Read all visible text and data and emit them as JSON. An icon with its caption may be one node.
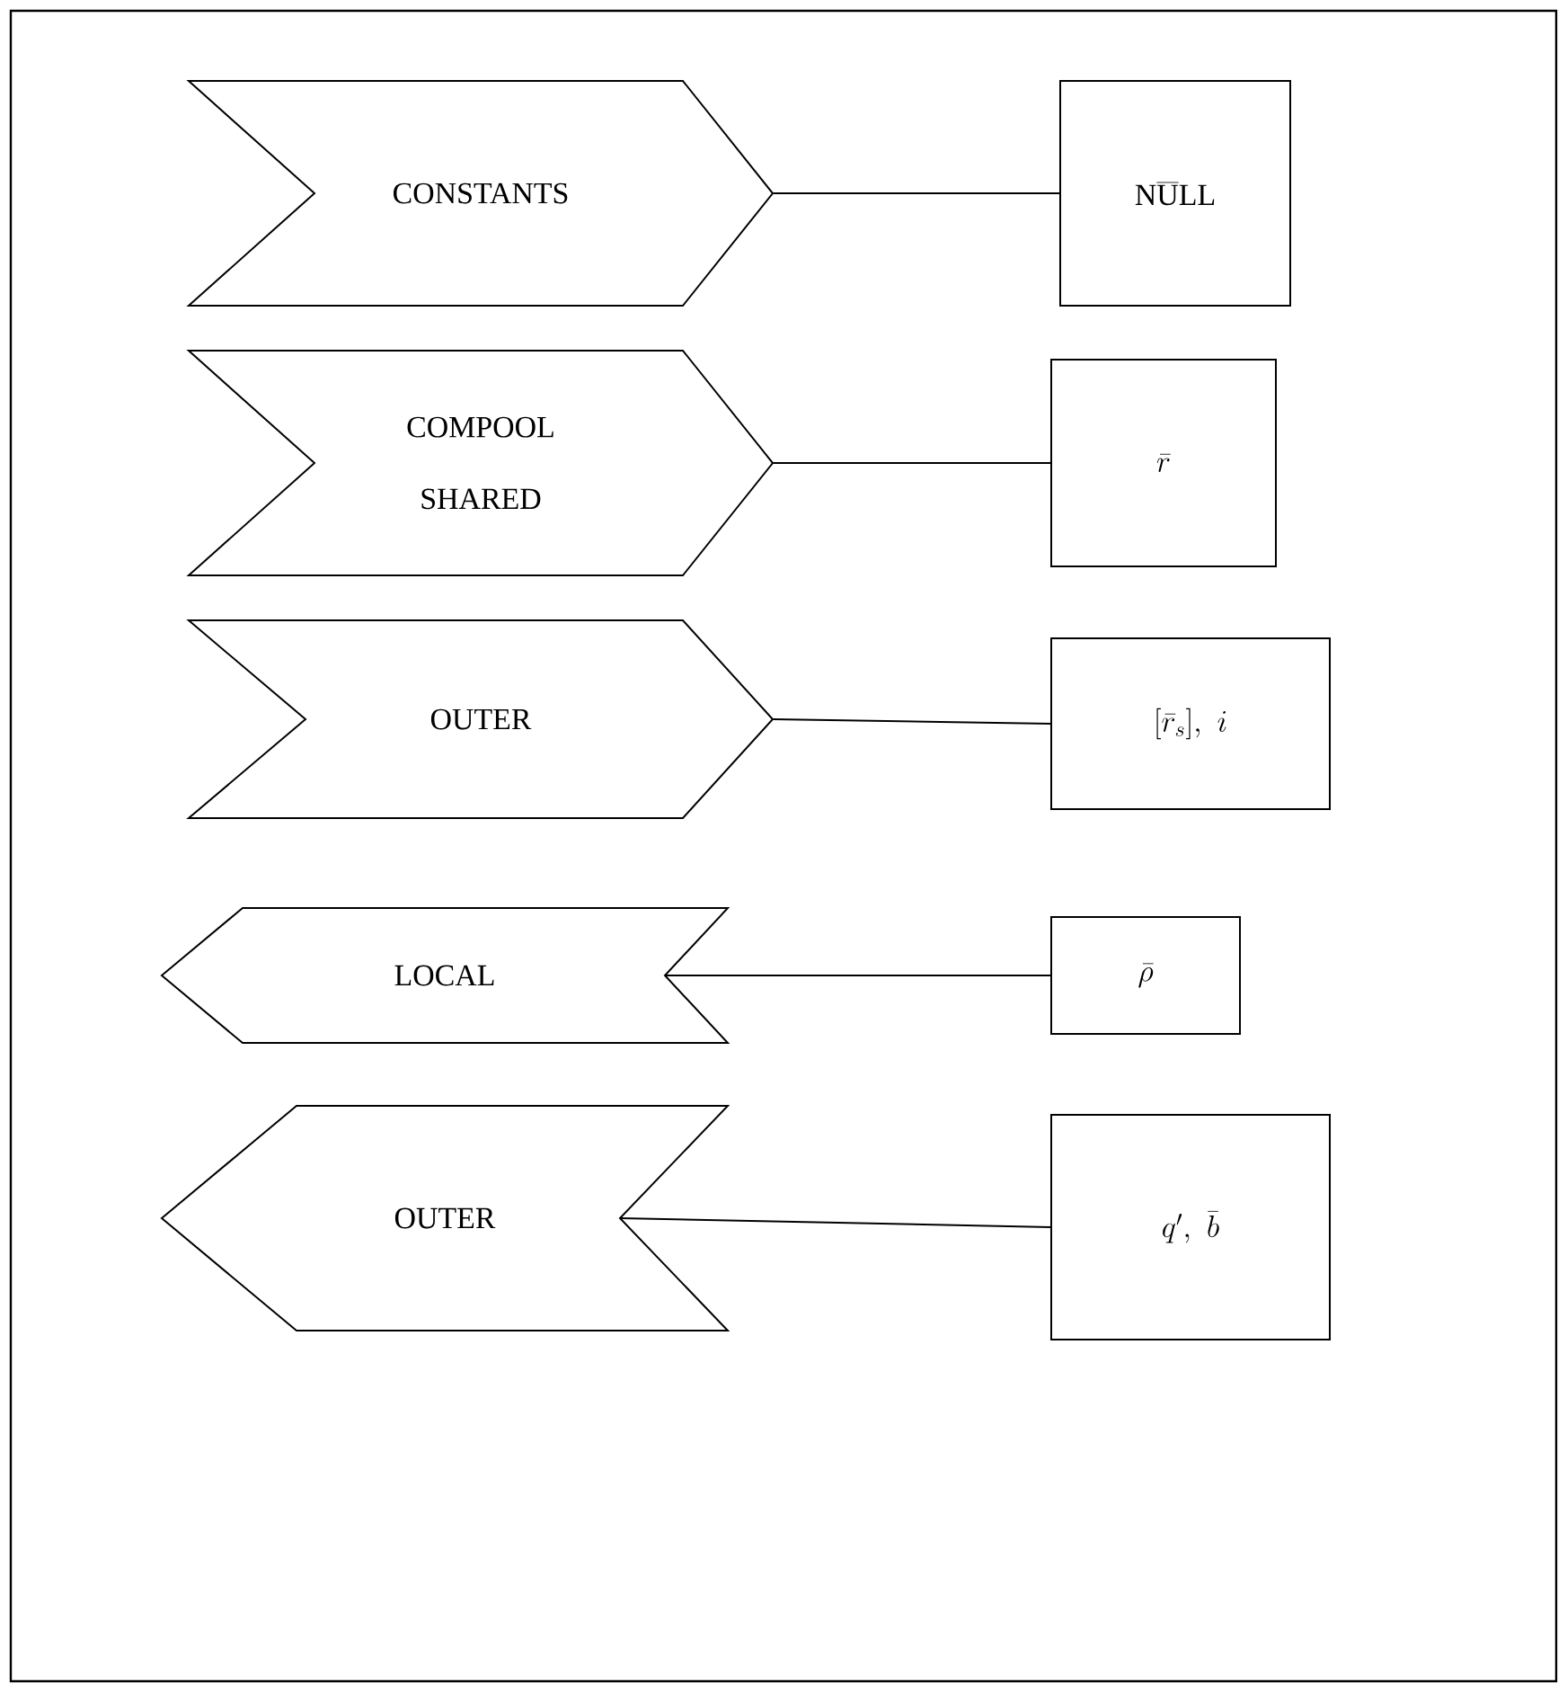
{
  "diagram": {
    "nodes": [
      {
        "text": [
          "CONSTANTS"
        ]
      },
      {
        "text": [
          "\\mathrm{N}\\overline{\\mathrm{U}}\\mathrm{LL}"
        ]
      },
      {
        "text": [
          "COMPOOL SHARED"
        ]
      },
      {
        "text": [
          "\\bar{r}"
        ]
      },
      {
        "text": [
          "OUTER"
        ]
      },
      {
        "text": [
          "[\\bar{r}_s],\\ i"
        ]
      },
      {
        "text": [
          "LOCAL"
        ]
      },
      {
        "text": [
          "\\bar{\\rho}"
        ]
      },
      {
        "text": [
          "OUTER"
        ]
      },
      {
        "text": [
          "q',\\ \\bar{b}"
        ]
      }
    ],
    "edges": [
      {
        "from": 0,
        "to": 1,
        "arrow": "none"
      },
      {
        "from": 2,
        "to": 3,
        "arrow": "none"
      },
      {
        "from": 4,
        "to": 5,
        "arrow": "none"
      },
      {
        "from": 6,
        "to": 7,
        "arrow": "none"
      },
      {
        "from": 8,
        "to": 9,
        "arrow": "none"
      }
    ]
  }
}
